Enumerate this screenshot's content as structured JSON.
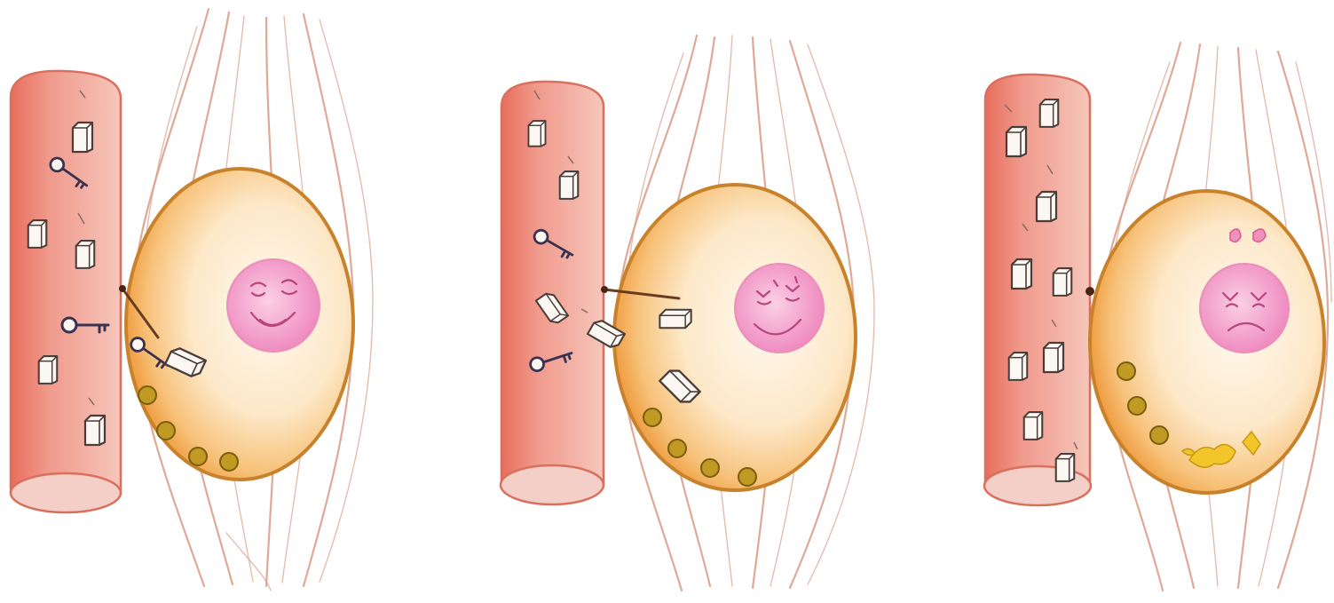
{
  "figure": {
    "panels": [
      {
        "id": "panel-1",
        "keys_in_vessel": 2,
        "keys_in_cell": 1,
        "granules": 4,
        "nucleus_expression": "happy"
      },
      {
        "id": "panel-2",
        "keys_in_vessel": 2,
        "keys_in_cell": 0,
        "granules": 4,
        "nucleus_expression": "happy"
      },
      {
        "id": "panel-3",
        "keys_in_vessel": 0,
        "keys_in_cell": 0,
        "granules": 3,
        "nucleus_expression": "sad"
      }
    ],
    "colors": {
      "vessel": "#ee9384",
      "cell": "#f3b35a",
      "nucleus": "#f08cc0",
      "granule": "#c09a23",
      "key": "#3b3250",
      "fibers": "#d99a84"
    },
    "icons": [
      "blood-vessel-icon",
      "cell-icon",
      "nucleus-face-icon",
      "key-icon",
      "box-icon",
      "granule-icon"
    ]
  }
}
